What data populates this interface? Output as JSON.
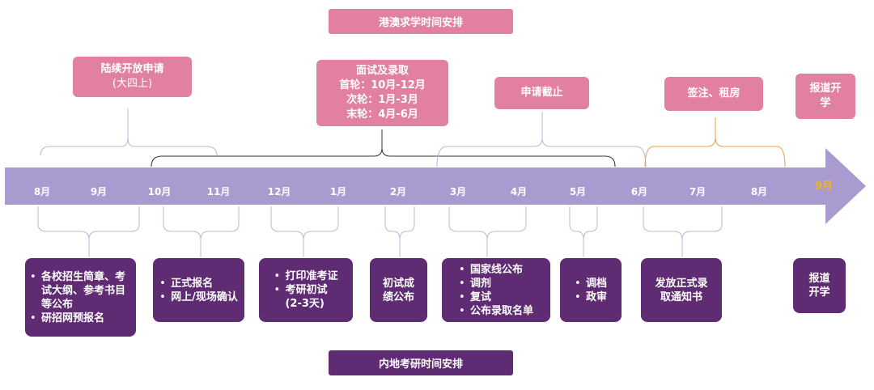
{
  "titles": {
    "hk_title": "港澳求学时间安排",
    "mainland_title": "内地考研时间安排"
  },
  "colors": {
    "pink": "#e2809f",
    "purple": "#5f2b72",
    "arrow": "#a99bd0",
    "month_highlight": "#f0b030"
  },
  "timeline": {
    "months": [
      "8月",
      "9月",
      "10月",
      "11月",
      "12月",
      "1月",
      "2月",
      "3月",
      "4月",
      "5月",
      "6月",
      "7月",
      "8月",
      "9月"
    ],
    "highlight_index": 13
  },
  "top_boxes": [
    {
      "id": "apply",
      "lines": [
        "陆续开放申请"
      ],
      "sub": "(大四上)"
    },
    {
      "id": "interview",
      "lines": [
        "面试及录取",
        "首轮：10月-12月",
        "次轮：1月-3月",
        "末轮：4月-6月"
      ],
      "sub": ""
    },
    {
      "id": "deadline",
      "lines": [
        "申请截止"
      ],
      "sub": ""
    },
    {
      "id": "visa",
      "lines": [
        "签注、租房"
      ],
      "sub": ""
    },
    {
      "id": "report_hk",
      "lines": [
        "报道开",
        "学"
      ],
      "sub": ""
    }
  ],
  "bottom_boxes": [
    {
      "id": "brochure",
      "bullets": [
        "各校招生简章、考试大纲、参考书目等公布",
        "研招网预报名"
      ],
      "text": ""
    },
    {
      "id": "register",
      "bullets": [
        "正式报名",
        "网上/现场确认"
      ],
      "text": ""
    },
    {
      "id": "exam",
      "bullets": [
        "打印准考证",
        "考研初试\n(2-3天)"
      ],
      "text": ""
    },
    {
      "id": "score",
      "bullets": [],
      "text": "初试成\n绩公布"
    },
    {
      "id": "retest",
      "bullets": [
        "国家线公布",
        "调剂",
        "复试",
        "公布录取名单"
      ],
      "text": ""
    },
    {
      "id": "archive",
      "bullets": [
        "调档",
        "政审"
      ],
      "text": ""
    },
    {
      "id": "notice",
      "bullets": [],
      "text": "发放正式录\n取通知书"
    },
    {
      "id": "report_ml",
      "bullets": [],
      "text": "报道\n开学"
    }
  ]
}
